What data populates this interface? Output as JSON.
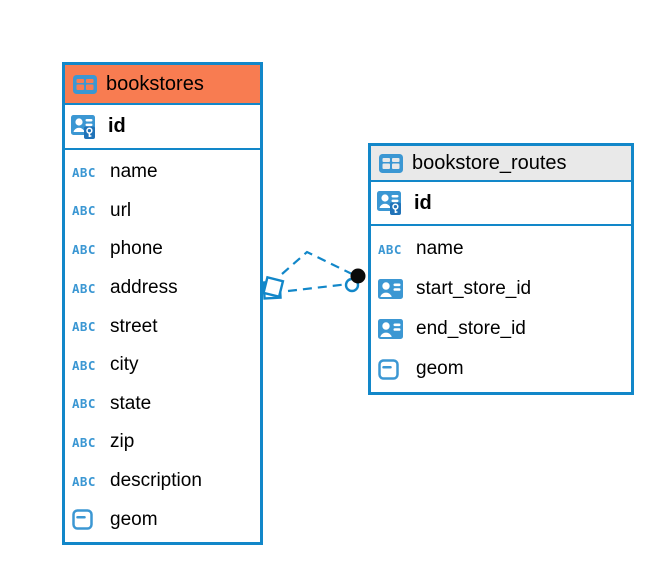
{
  "colors": {
    "accent": "#1287C9",
    "icon-blue": "#3B97D3",
    "icon-blue-dark": "#2173B8",
    "header-orange": "#F87C51",
    "header-gray": "#E9E9E9"
  },
  "icons": {
    "text_type_label": "ABC"
  },
  "tables": [
    {
      "name": "bookstores",
      "primary_key": "id",
      "columns": [
        {
          "name": "name",
          "type": "text"
        },
        {
          "name": "url",
          "type": "text"
        },
        {
          "name": "phone",
          "type": "text"
        },
        {
          "name": "address",
          "type": "text"
        },
        {
          "name": "street",
          "type": "text"
        },
        {
          "name": "city",
          "type": "text"
        },
        {
          "name": "state",
          "type": "text"
        },
        {
          "name": "zip",
          "type": "text"
        },
        {
          "name": "description",
          "type": "text"
        },
        {
          "name": "geom",
          "type": "geometry"
        }
      ]
    },
    {
      "name": "bookstore_routes",
      "primary_key": "id",
      "columns": [
        {
          "name": "name",
          "type": "text"
        },
        {
          "name": "start_store_id",
          "type": "reference"
        },
        {
          "name": "end_store_id",
          "type": "reference"
        },
        {
          "name": "geom",
          "type": "geometry"
        }
      ]
    }
  ],
  "relationships": [
    {
      "from": "bookstores",
      "to": "bookstore_routes",
      "style": "dashed"
    },
    {
      "from": "bookstores",
      "to": "bookstore_routes",
      "style": "dashed"
    }
  ]
}
